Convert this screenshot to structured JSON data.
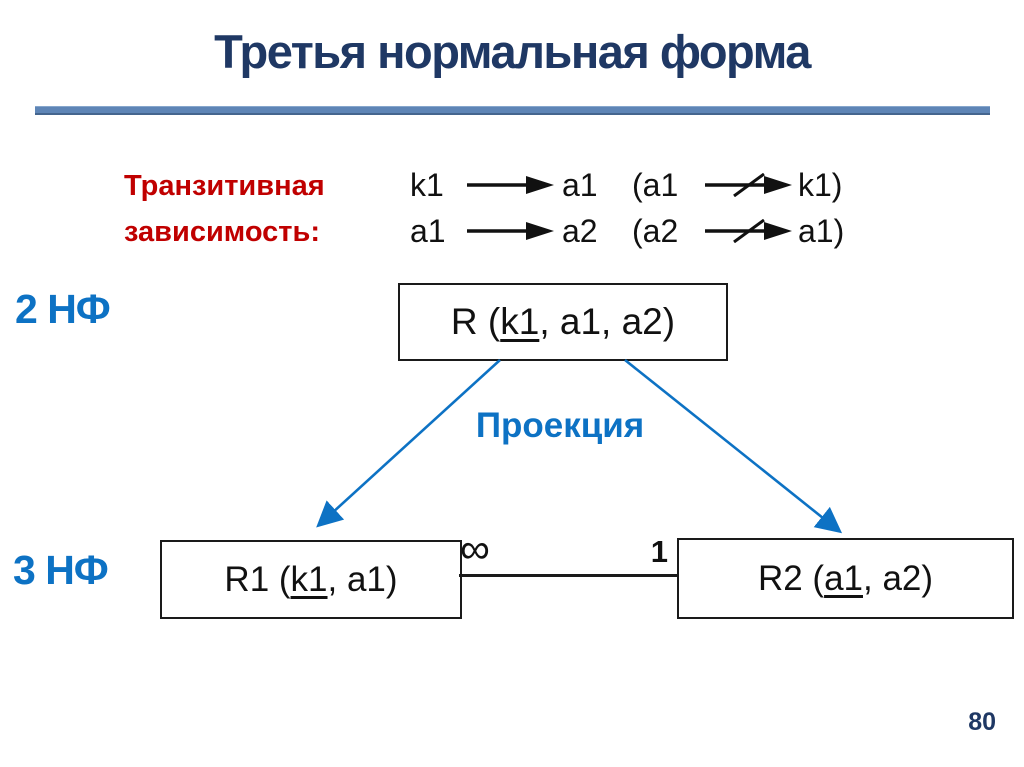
{
  "slide": {
    "title": "Третья нормальная форма",
    "page_number": "80"
  },
  "transitive": {
    "label_line1": "Транзитивная",
    "label_line2": "зависимость:",
    "rows": [
      {
        "lhs": "k1",
        "rhs": "a1",
        "neg_open": "(a1",
        "neg_close": "k1)"
      },
      {
        "lhs": "a1",
        "rhs": "a2",
        "neg_open": "(a2",
        "neg_close": "a1)"
      }
    ]
  },
  "levels": {
    "nf2_label": "2 НФ",
    "nf3_label": "3 НФ"
  },
  "relations": {
    "r": {
      "prefix": "R (",
      "key": "k1",
      "suffix": ", a1, a2)"
    },
    "r1": {
      "prefix": "R1 (",
      "key": "k1",
      "suffix": ", a1)"
    },
    "r2": {
      "prefix": "R2 (",
      "key": "a1",
      "suffix": ", a2)"
    }
  },
  "projection": {
    "label": "Проекция"
  },
  "connector": {
    "left_cardinality": "∞",
    "right_cardinality": "1"
  },
  "colors": {
    "title_navy": "#1f3864",
    "accent_blue": "#0d72c4",
    "label_red": "#c00000",
    "divider_blue": "#5e85b6",
    "line_black": "#1a1a1a"
  }
}
